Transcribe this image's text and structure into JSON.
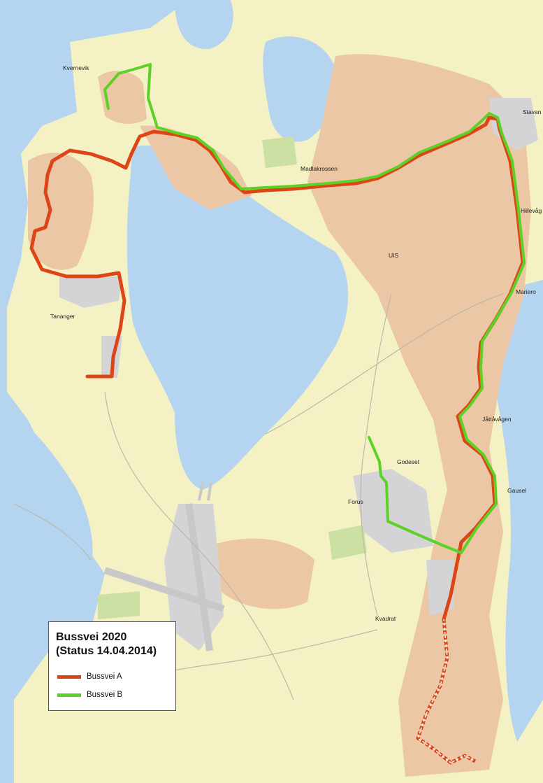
{
  "map": {
    "places": [
      {
        "name": "Kvernevik"
      },
      {
        "name": "Stavan"
      },
      {
        "name": "Madlakrossen"
      },
      {
        "name": "Hillevåg"
      },
      {
        "name": "UIS"
      },
      {
        "name": "Mariero"
      },
      {
        "name": "Tananger"
      },
      {
        "name": "Jåttåvågen"
      },
      {
        "name": "Godeset"
      },
      {
        "name": "Forus"
      },
      {
        "name": "Gausel"
      },
      {
        "name": "Kvadrat"
      }
    ],
    "colors": {
      "water": "#b4d4ef",
      "land": "#f4f2c4",
      "urban": "#ecc7a6",
      "industrial": "#d4d4d6",
      "park": "#cce0a4",
      "bussvei_a": "#dd4416",
      "bussvei_b": "#5cd126"
    }
  },
  "legend": {
    "title_line1": "Bussvei 2020",
    "title_line2": "(Status 14.04.2014)",
    "items": [
      {
        "label": "Bussvei A",
        "color": "#dd4416"
      },
      {
        "label": "Bussvei B",
        "color": "#5cd126"
      }
    ]
  }
}
